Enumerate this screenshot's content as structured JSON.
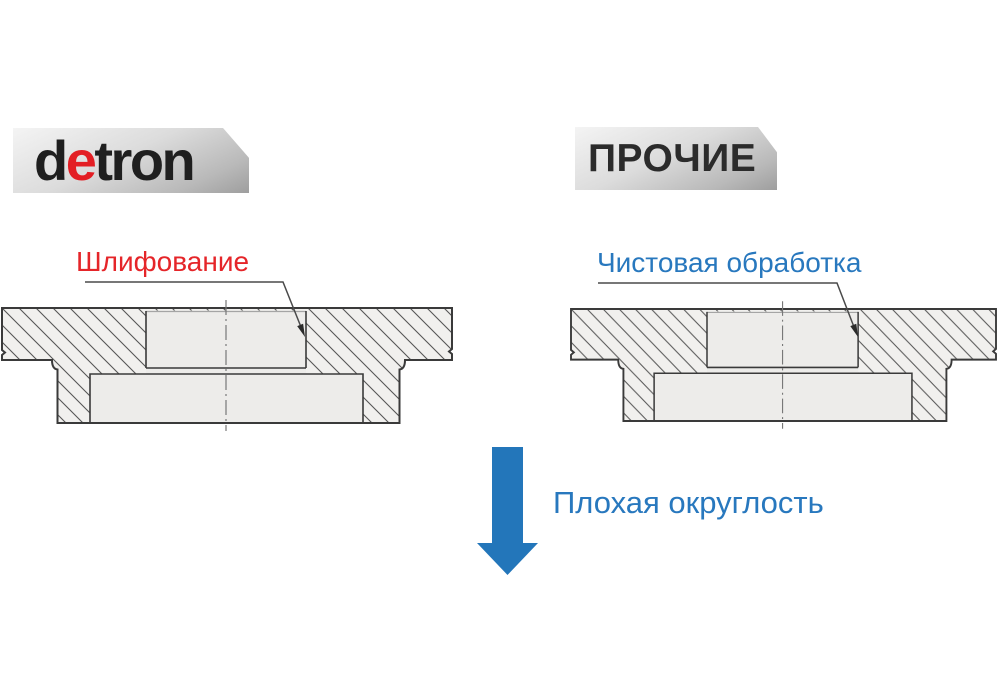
{
  "logos": {
    "detron": {
      "part1": "d",
      "accent": "e",
      "part2": "tron"
    },
    "others_label": "ПРОЧИЕ"
  },
  "labels": {
    "left_process": "Шлифование",
    "right_process": "Чистовая обработка"
  },
  "caption": {
    "bad_roundness": "Плохая округлость"
  },
  "colors": {
    "label_red": "#e52529",
    "label_blue": "#2878be",
    "arrow_blue": "#2376ba",
    "logo_accent_red": "#e31e24",
    "logo_text_dark": "#1f1f1f",
    "banner_gray_light": "#f2f2f2",
    "banner_gray_dark": "#9e9e9e",
    "drawing_outline": "#3a3a3a",
    "hatch_line": "#565656",
    "metal_fill": "#f1f0ee",
    "bore_fill": "#edecea"
  },
  "icons": {
    "down_arrow": "down-arrow"
  }
}
